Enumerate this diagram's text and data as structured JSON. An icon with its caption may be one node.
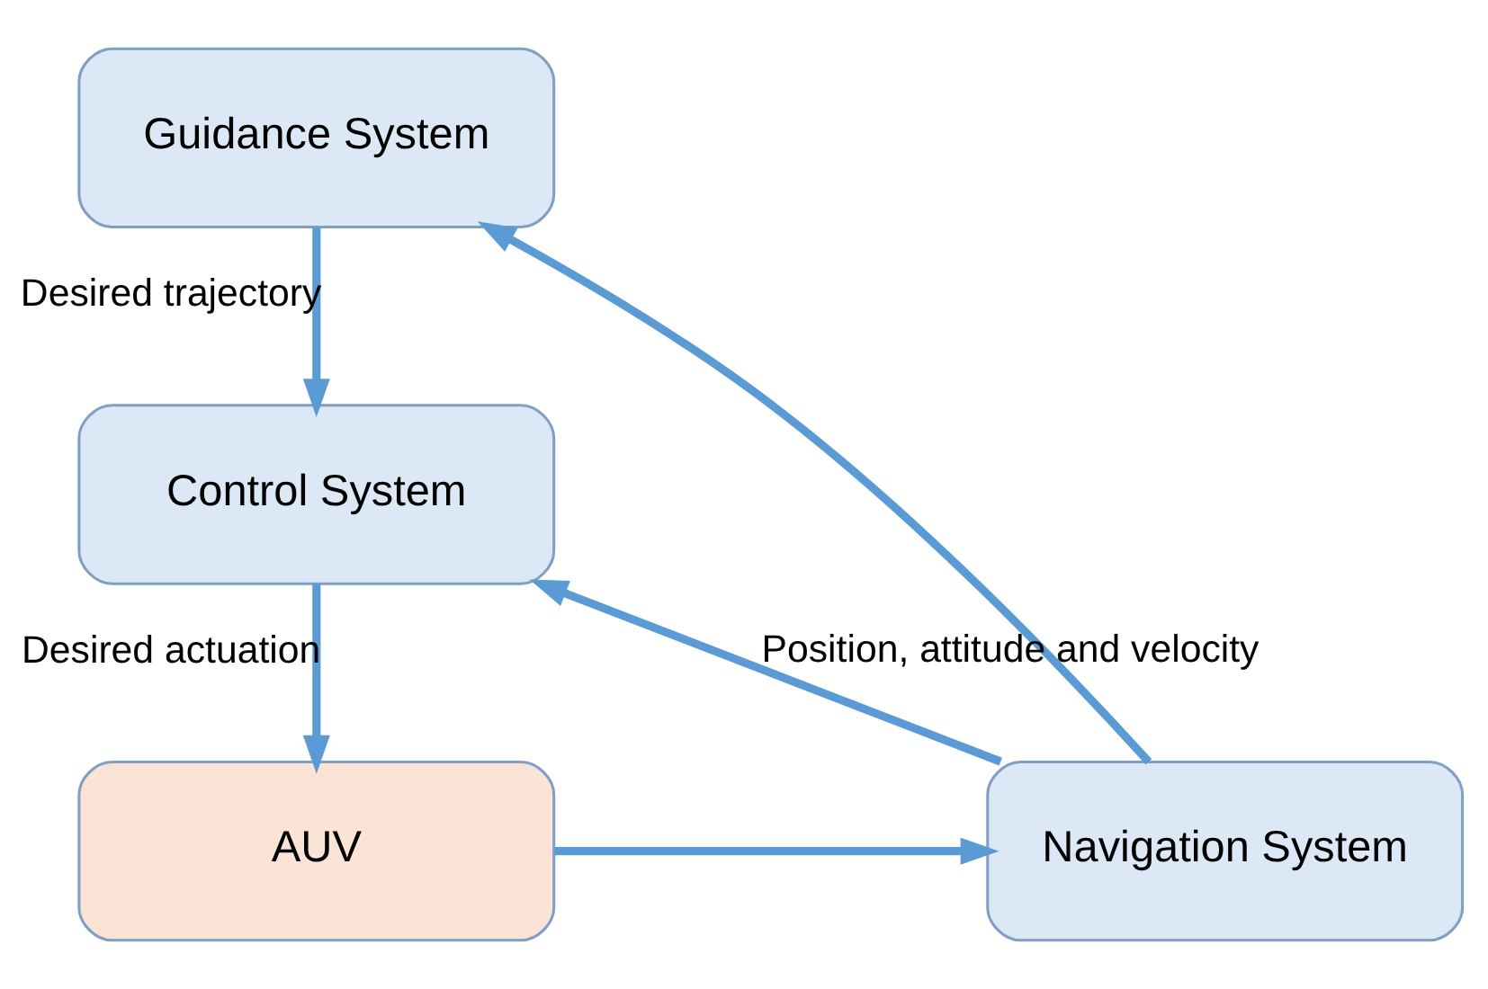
{
  "diagram": {
    "nodes": [
      {
        "text": [
          "Guidance System"
        ]
      },
      {
        "text": [
          "Control System"
        ]
      },
      {
        "text": [
          "AUV"
        ]
      },
      {
        "text": [
          "Navigation System"
        ]
      }
    ],
    "edges": [
      {
        "from": 0,
        "to": 1,
        "arrow": "to",
        "label": "Desired trajectory"
      },
      {
        "from": 1,
        "to": 2,
        "arrow": "to",
        "label": "Desired actuation"
      },
      {
        "from": 2,
        "to": 3,
        "arrow": "to"
      },
      {
        "from": 3,
        "to": 0,
        "arrow": "to"
      },
      {
        "from": 3,
        "to": 1,
        "arrow": "to",
        "label": "Position, attitude and velocity"
      }
    ]
  }
}
